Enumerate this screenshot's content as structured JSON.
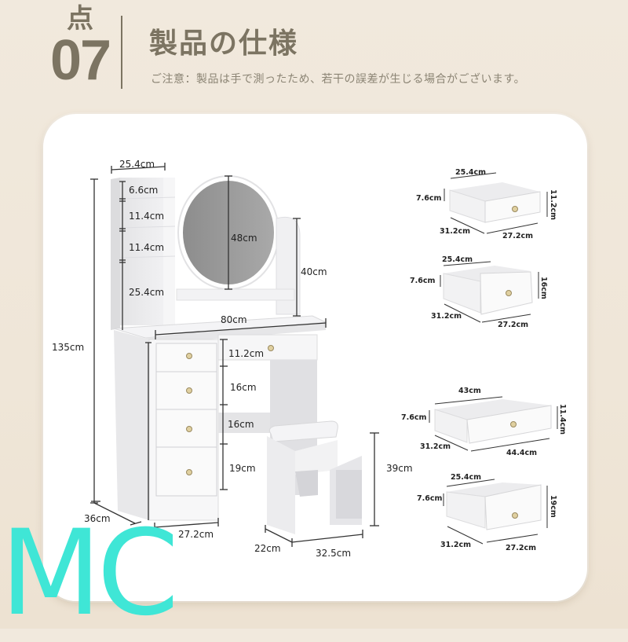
{
  "header": {
    "point_label": "点",
    "point_number": "07",
    "title": "製品の仕様",
    "note": "ご注意：製品は手で測ったため、若干の誤差が生じる場合がございます。"
  },
  "colors": {
    "header_text": "#7c7462",
    "background": "#efe6d8",
    "card": "#ffffff",
    "watermark": "#3fe6d6"
  },
  "vanity": {
    "shelf_width": "25.4cm",
    "shelf_1": "6.6cm",
    "shelf_2": "11.4cm",
    "shelf_3": "11.4cm",
    "shelf_4": "25.4cm",
    "mirror": "48cm",
    "mirror_stand_height": "40cm",
    "table_width": "80cm",
    "total_height": "135cm",
    "drawer_1": "11.2cm",
    "drawer_2": "16cm",
    "drawer_3": "16cm",
    "drawer_4": "19cm",
    "depth": "36cm",
    "cabinet_width": "27.2cm"
  },
  "stool": {
    "height": "39cm",
    "depth": "22cm",
    "width": "32.5cm"
  },
  "drawers": [
    {
      "width": "25.4cm",
      "side": "7.6cm",
      "front_height": "11.2cm",
      "depth": "31.2cm",
      "front_width": "27.2cm"
    },
    {
      "width": "25.4cm",
      "side": "7.6cm",
      "front_height": "16cm",
      "depth": "31.2cm",
      "front_width": "27.2cm"
    },
    {
      "width": "43cm",
      "side": "7.6cm",
      "front_height": "11.4cm",
      "depth": "31.2cm",
      "front_width": "44.4cm"
    },
    {
      "width": "25.4cm",
      "side": "7.6cm",
      "front_height": "19cm",
      "depth": "31.2cm",
      "front_width": "27.2cm"
    }
  ],
  "watermark": "MC"
}
